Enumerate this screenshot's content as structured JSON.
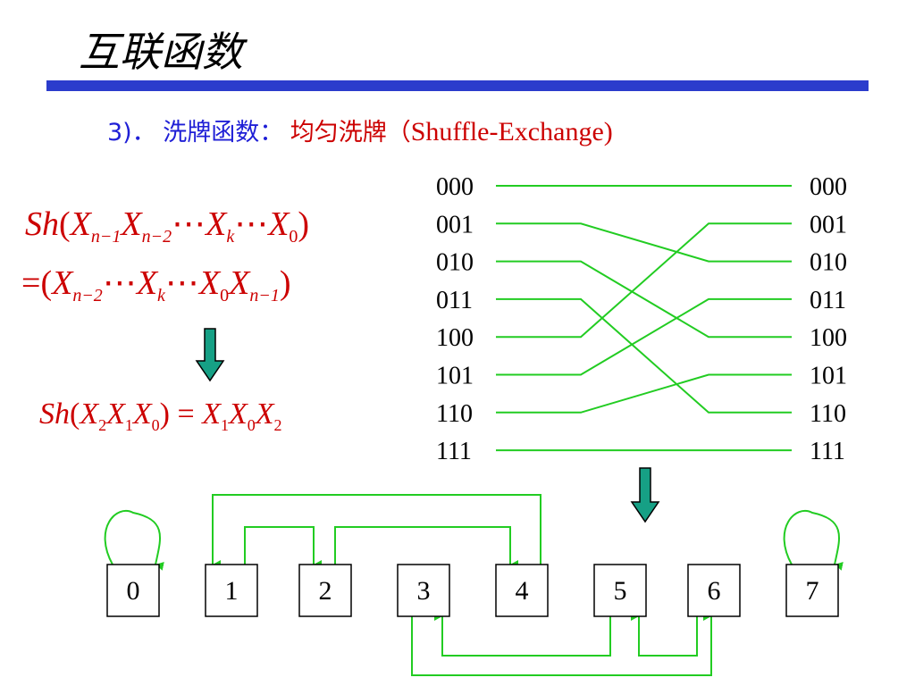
{
  "page": {
    "title": "互联函数",
    "subtitle": {
      "number": "3)．",
      "name": "洗牌函数：",
      "cn_desc": "均匀洗牌（",
      "en_desc": "Shuffle-Exchange)"
    }
  },
  "formulas": {
    "line1": {
      "func": "Sh",
      "open": "(",
      "t1_var": "X",
      "t1_sub": "n−1",
      "t2_var": "X",
      "t2_sub": "n−2",
      "dots1": "⋯",
      "t3_var": "X",
      "t3_sub": "k",
      "dots2": "⋯",
      "t4_var": "X",
      "t4_sub": "0",
      "close": ")"
    },
    "line2": {
      "eq": "=",
      "open": "(",
      "t1_var": "X",
      "t1_sub": "n−2",
      "dots1": "⋯",
      "t2_var": "X",
      "t2_sub": "k",
      "dots2": "⋯",
      "t3_var": "X",
      "t3_sub": "0",
      "t4_var": "X",
      "t4_sub": "n−1",
      "close": ")"
    },
    "example": {
      "func": "Sh",
      "open": "(",
      "l1_var": "X",
      "l1_sub": "2",
      "l2_var": "X",
      "l2_sub": "1",
      "l3_var": "X",
      "l3_sub": "0",
      "close": ")",
      "eq": "=",
      "r1_var": "X",
      "r1_sub": "1",
      "r2_var": "X",
      "r2_sub": "0",
      "r3_var": "X",
      "r3_sub": "2"
    }
  },
  "shuffle": {
    "left_labels": [
      "000",
      "001",
      "010",
      "011",
      "100",
      "101",
      "110",
      "111"
    ],
    "right_labels": [
      "000",
      "001",
      "010",
      "011",
      "100",
      "101",
      "110",
      "111"
    ],
    "mapping": [
      0,
      2,
      4,
      6,
      1,
      3,
      5,
      7
    ]
  },
  "nodes": {
    "labels": [
      "0",
      "1",
      "2",
      "3",
      "4",
      "5",
      "6",
      "7"
    ],
    "edges": [
      {
        "from": 0,
        "to": 0
      },
      {
        "from": 1,
        "to": 2
      },
      {
        "from": 2,
        "to": 4
      },
      {
        "from": 4,
        "to": 1
      },
      {
        "from": 3,
        "to": 6
      },
      {
        "from": 5,
        "to": 3
      },
      {
        "from": 6,
        "to": 5
      },
      {
        "from": 7,
        "to": 7
      }
    ]
  },
  "colors": {
    "wire": "#22cc22",
    "arrow_fill": "#16a085",
    "title_rule": "#2b3ccc",
    "formula": "#cc0000",
    "subtitle_blue": "#1f1fd6"
  }
}
